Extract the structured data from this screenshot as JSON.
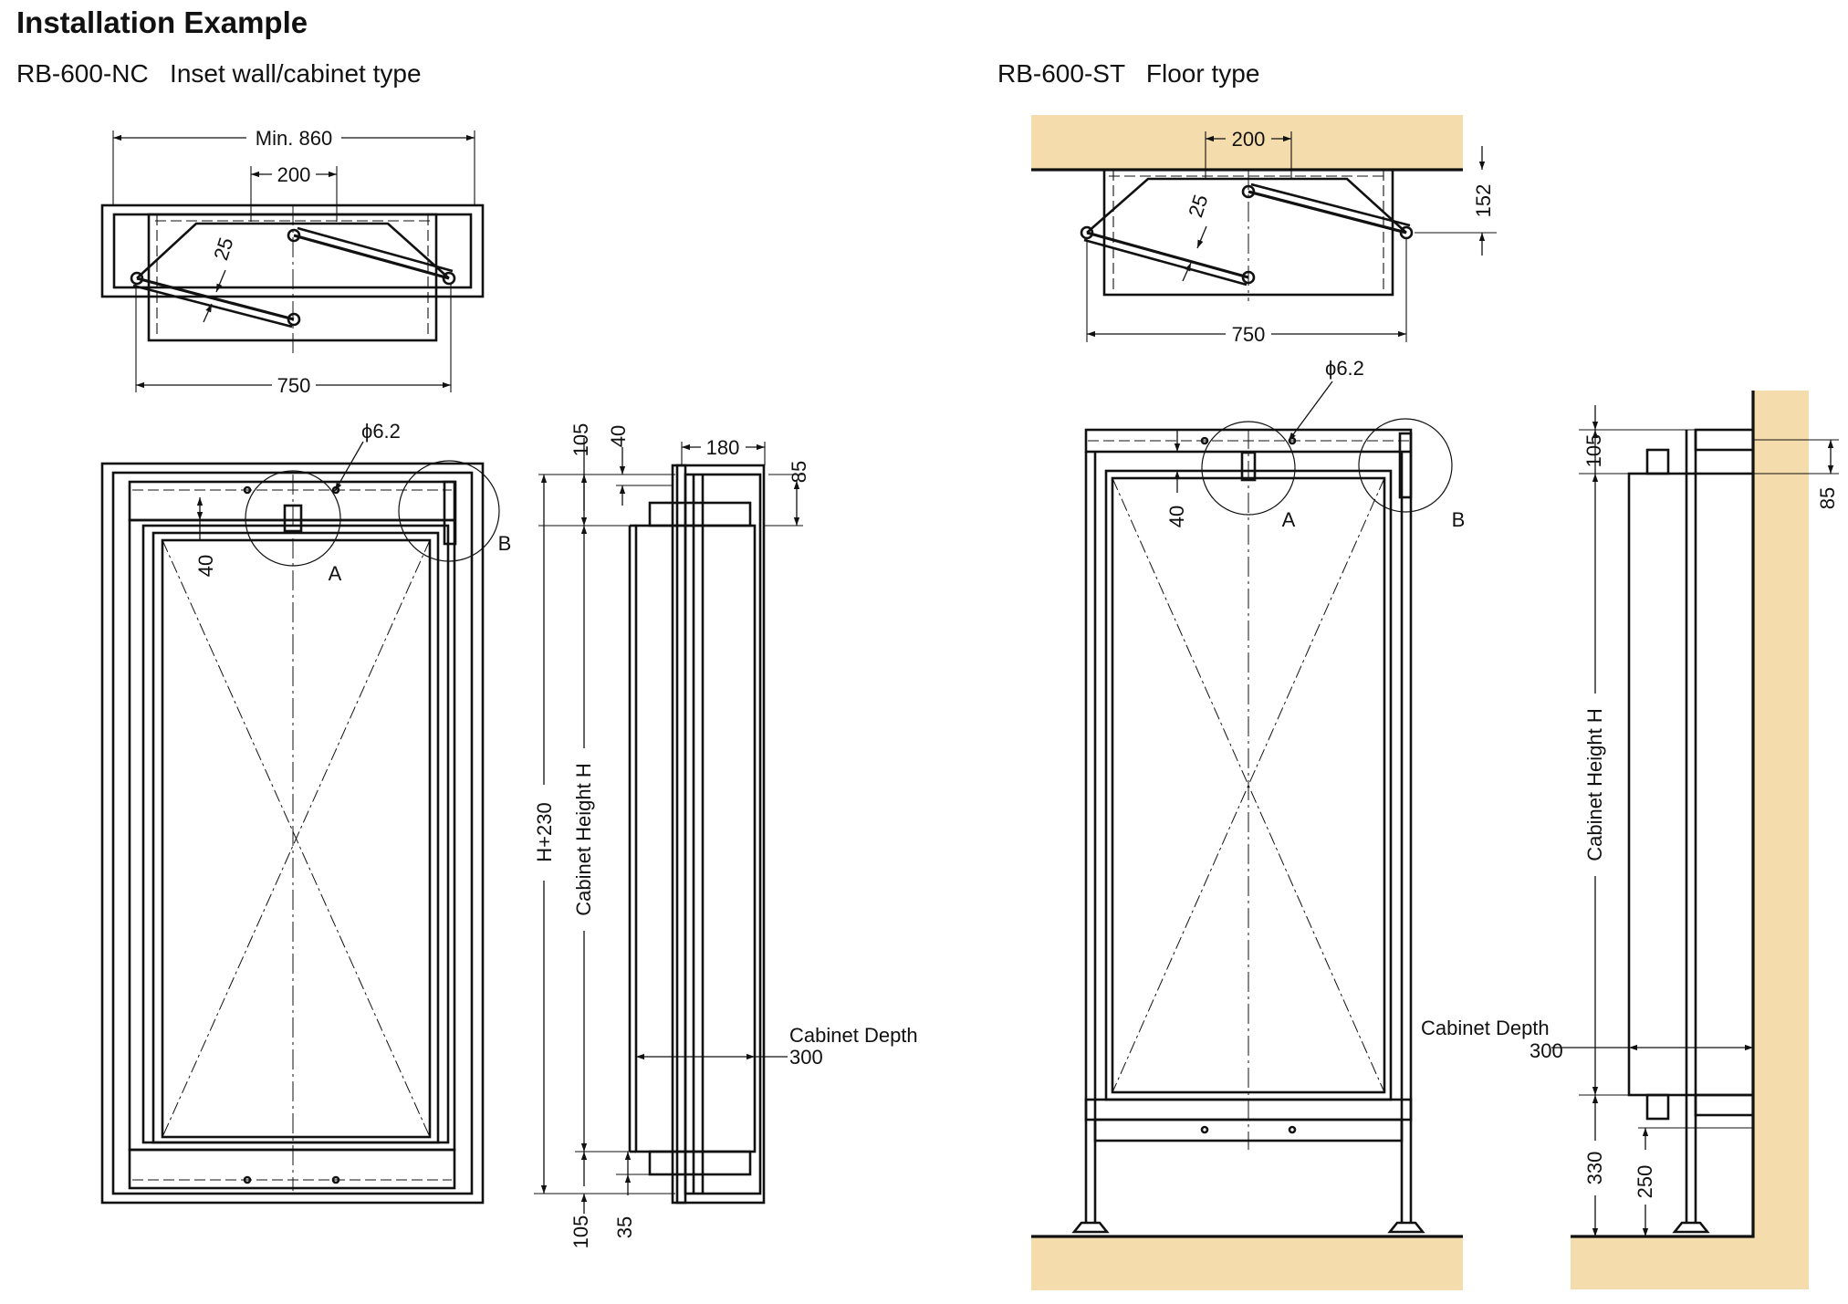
{
  "title": "Installation Example",
  "left": {
    "model": "RB-600-NC",
    "type": "Inset wall/cabinet type",
    "top_view": {
      "min_width": "Min. 860",
      "center_gap": "200",
      "arm_offset": "25",
      "depth": "750"
    },
    "front_view": {
      "hole": "ϕ6.2",
      "offset": "40",
      "detail_a": "A",
      "detail_b": "B"
    },
    "side_view": {
      "top_gap": "105",
      "top_offset": "40",
      "width": "180",
      "top_margin": "85",
      "total_height": "H+230",
      "cabinet_height": "Cabinet Height H",
      "cabinet_depth_label": "Cabinet Depth",
      "cabinet_depth_value": "300",
      "bottom_gap": "105",
      "bottom_offset": "35"
    }
  },
  "right": {
    "model": "RB-600-ST",
    "type": "Floor type",
    "top_view": {
      "center_gap": "200",
      "arm_offset": "25",
      "offset": "152",
      "depth": "750"
    },
    "front_view": {
      "hole": "ϕ6.2",
      "offset": "40",
      "detail_a": "A",
      "detail_b": "B"
    },
    "side_view": {
      "top_gap": "105",
      "top_margin": "85",
      "cabinet_height": "Cabinet Height H",
      "cabinet_depth_label": "Cabinet Depth",
      "cabinet_depth_value": "300",
      "floor_clearance": "330",
      "floor_gap": "250"
    }
  },
  "colors": {
    "wood": "#f4dcac",
    "line": "#111111"
  }
}
